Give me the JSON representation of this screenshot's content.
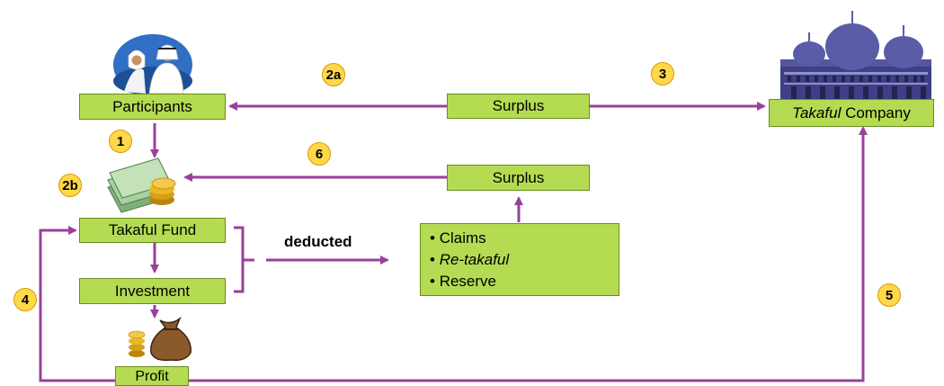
{
  "nodes": {
    "participants": "Participants",
    "surplus_top": "Surplus",
    "takaful_company_italic": "Takaful",
    "takaful_company_rest": " Company",
    "surplus_mid": "Surplus",
    "takaful_fund": "Takaful Fund",
    "investment": "Investment",
    "profit": "Profit"
  },
  "deductions": {
    "label": "deducted",
    "items": [
      "Claims",
      "Re-takaful",
      "Reserve"
    ],
    "bullet": "•"
  },
  "steps": {
    "s1": "1",
    "s2a": "2a",
    "s2b": "2b",
    "s3": "3",
    "s4": "4",
    "s5": "5",
    "s6": "6"
  },
  "colors": {
    "arrow": "#9b3f9b",
    "box_fill": "#b5db52",
    "box_border": "#6a8d1f",
    "badge_fill": "#ffd84a",
    "badge_border": "#d99a00"
  },
  "icons": {
    "participants": "people-icon",
    "company": "mosque-icon",
    "fund": "money-stack-icon",
    "profit": "money-bag-icon"
  }
}
